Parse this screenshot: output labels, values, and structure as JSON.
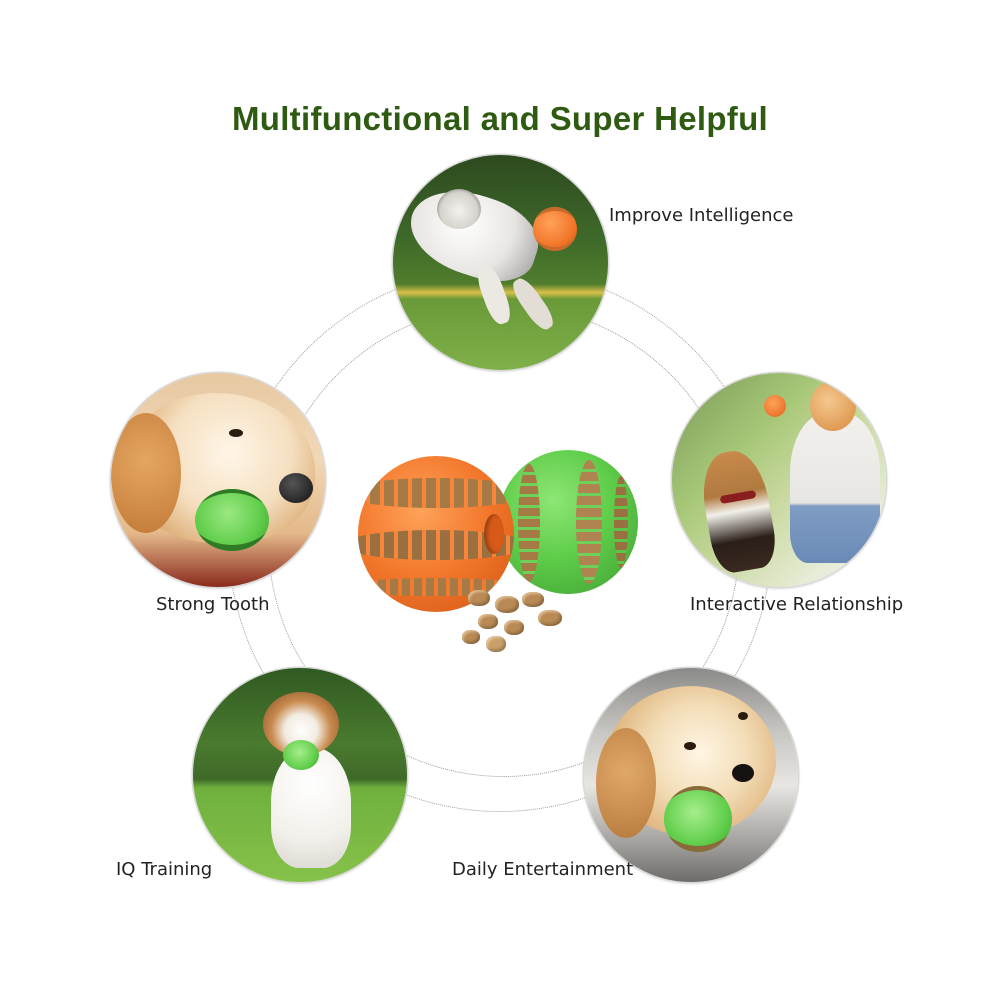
{
  "header": {
    "title": "Multifunctional and Super Helpful",
    "title_color": "#2e5a12"
  },
  "center": {
    "product": "orange and green treat-dispensing chew balls with kibble",
    "ball_colors": {
      "orange": "#f2762a",
      "green": "#5fcd4a"
    }
  },
  "features": [
    {
      "label": "Improve Intelligence",
      "image": "dog jumping to catch orange ball"
    },
    {
      "label": "Strong Tooth",
      "image": "golden retriever chewing green ball"
    },
    {
      "label": "Interactive Relationship",
      "image": "woman playing with beagle and orange ball"
    },
    {
      "label": "IQ Training",
      "image": "terrier running with green ball"
    },
    {
      "label": "Daily Entertainment",
      "image": "puppy chewing green ball"
    }
  ]
}
